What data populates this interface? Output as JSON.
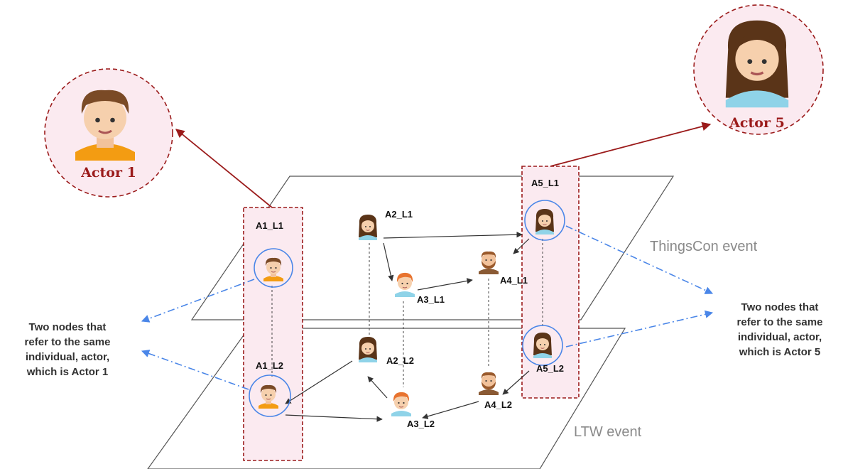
{
  "actors": {
    "actor1": {
      "name": "Actor 1"
    },
    "actor5": {
      "name": "Actor 5"
    }
  },
  "layers": {
    "top": "ThingsCon event",
    "bottom": "LTW event"
  },
  "nodes": {
    "A1_L1": "A1_L1",
    "A2_L1": "A2_L1",
    "A3_L1": "A3_L1",
    "A4_L1": "A4_L1",
    "A5_L1": "A5_L1",
    "A1_L2": "A1_L2",
    "A2_L2": "A2_L2",
    "A3_L2": "A3_L2",
    "A4_L2": "A4_L2",
    "A5_L2": "A5_L2"
  },
  "notes": {
    "left": [
      "Two nodes that",
      "refer to the same",
      "individual, actor,",
      "which is Actor 1"
    ],
    "right": [
      "Two nodes that",
      "refer to the same",
      "individual, actor,",
      "which is Actor 5"
    ]
  },
  "colors": {
    "accent_red": "#9b1b1b",
    "highlight_fill": "#fbeaf0",
    "circle_blue": "#4a86e8",
    "dash_blue": "#4a86e8",
    "edge": "#333333",
    "plane": "#555555"
  }
}
